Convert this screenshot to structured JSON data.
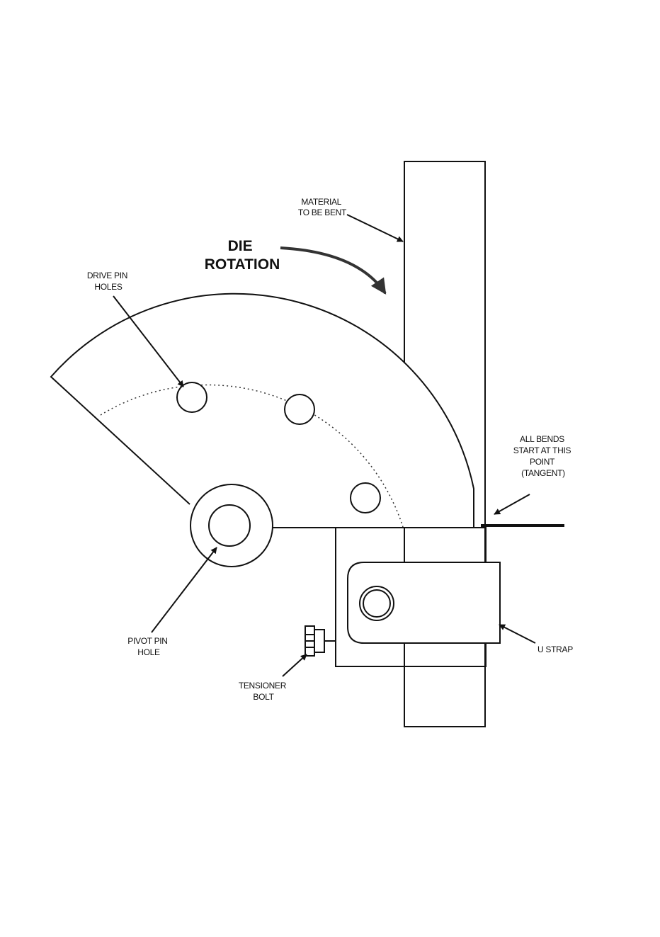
{
  "labels": {
    "material": [
      "MATERIAL",
      "TO BE BENT"
    ],
    "die_rotation": [
      "DIE",
      "ROTATION"
    ],
    "drive_pin": [
      "DRIVE PIN",
      "HOLES"
    ],
    "bends": [
      "ALL BENDS",
      "START AT THIS",
      "POINT",
      "(TANGENT)"
    ],
    "pivot": [
      "PIVOT PIN",
      "HOLE"
    ],
    "tensioner": [
      "TENSIONER",
      "BOLT"
    ],
    "u_strap": "U STRAP"
  }
}
